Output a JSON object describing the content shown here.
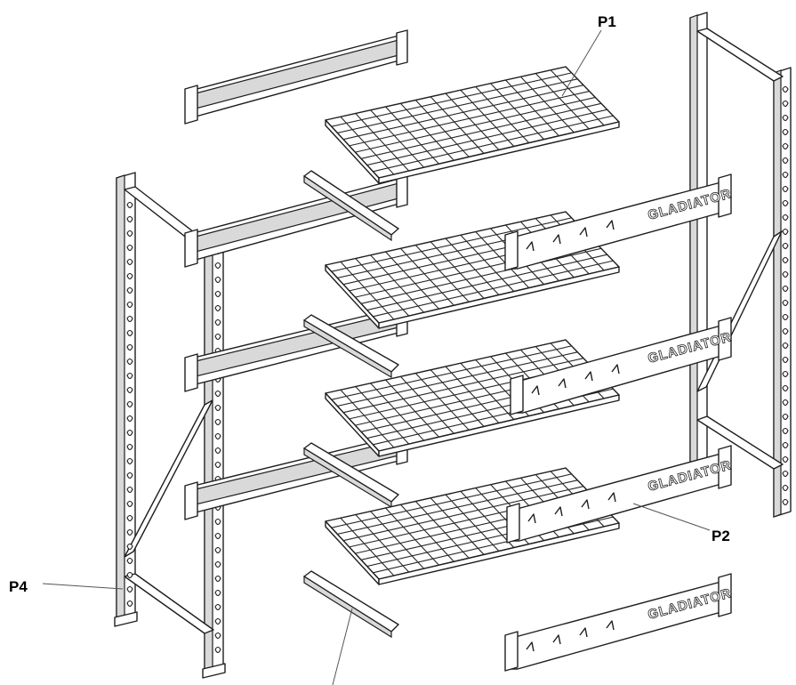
{
  "diagram": {
    "callouts": [
      {
        "id": "P1",
        "label": "P1"
      },
      {
        "id": "P2",
        "label": "P2"
      },
      {
        "id": "P4",
        "label": "P4"
      }
    ],
    "brand_text": "GLADIATOR",
    "parts": {
      "uprights": 2,
      "front_beams": 4,
      "rear_beams": 4,
      "wire_shelves": 4,
      "shelf_supports": 4
    }
  }
}
